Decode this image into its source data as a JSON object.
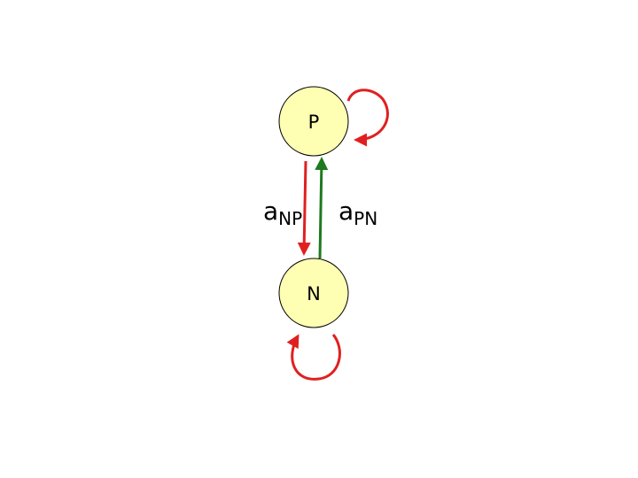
{
  "diagram": {
    "nodes": [
      {
        "id": "P",
        "label": "P"
      },
      {
        "id": "N",
        "label": "N"
      }
    ],
    "edges": [
      {
        "from": "P",
        "to": "N",
        "label_base": "a",
        "label_sub": "NP",
        "color": "#e02020"
      },
      {
        "from": "N",
        "to": "P",
        "label_base": "a",
        "label_sub": "PN",
        "color": "#1e7a1e"
      },
      {
        "from": "P",
        "to": "P",
        "color": "#e02020"
      },
      {
        "from": "N",
        "to": "N",
        "color": "#e02020"
      }
    ],
    "colors": {
      "node_fill": "#ffffb3",
      "node_stroke": "#000000",
      "red_arrow": "#e02020",
      "green_arrow": "#1e7a1e"
    }
  }
}
